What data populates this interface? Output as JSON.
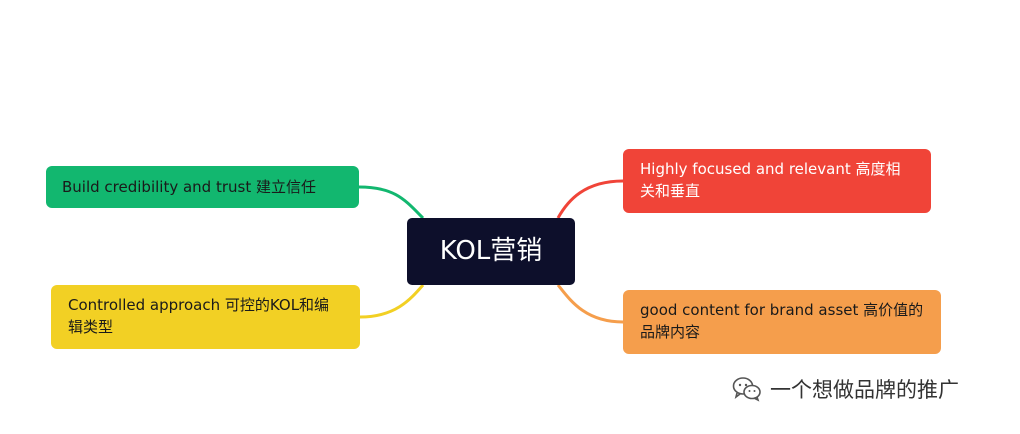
{
  "diagram": {
    "center": {
      "label": "KOL营销",
      "color": "#0d0f2b"
    },
    "branches": [
      {
        "id": "green",
        "label": "Build credibility and trust 建立信任",
        "color": "#12b76f",
        "line_color": "#12b76f"
      },
      {
        "id": "yellow",
        "label": "Controlled approach 可控的KOL和编辑类型",
        "color": "#f2d024",
        "line_color": "#f2d024"
      },
      {
        "id": "red",
        "label": "Highly focused and relevant  高度相关和垂直",
        "color": "#f04438",
        "line_color": "#f04438"
      },
      {
        "id": "orange",
        "label": "good content for brand asset  高价值的品牌内容",
        "color": "#f59e4c",
        "line_color": "#f59e4c"
      }
    ]
  },
  "watermark": {
    "text": "一个想做品牌的推广",
    "icon": "wechat-icon"
  }
}
